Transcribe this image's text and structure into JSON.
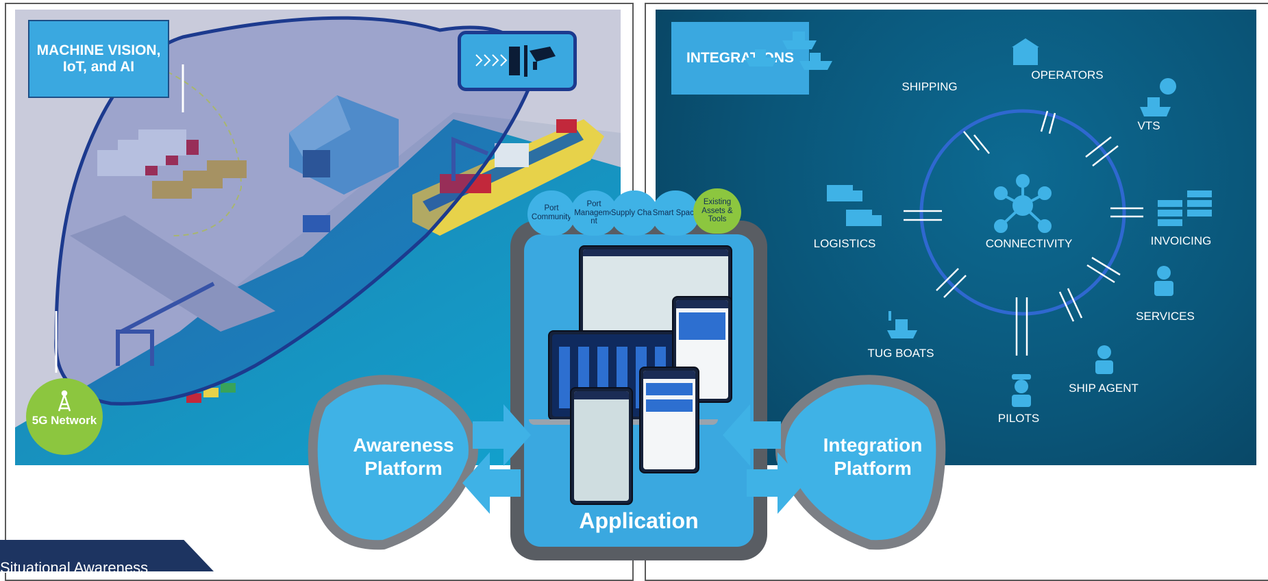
{
  "left_panel": {
    "title": "MACHINE VISION, IoT, and AI",
    "badge": "5G Network",
    "icons": [
      "camera-icon",
      "antenna-icon",
      "warehouse",
      "ship",
      "trucks",
      "crane"
    ]
  },
  "right_panel": {
    "title": "INTEGRATIONS",
    "hub": "CONNECTIVITY",
    "nodes": {
      "shipping": "SHIPPING",
      "operators": "OPERATORS",
      "vts": "VTS",
      "invoicing": "INVOICING",
      "services": "SERVICES",
      "ship_agent": "SHIP AGENT",
      "pilots": "PILOTS",
      "tug_boats": "TUG BOATS",
      "logistics": "LOGISTICS"
    }
  },
  "center": {
    "tabs": [
      "Port Community",
      "Port Manageme nt",
      "Supply Chain",
      "Smart Space",
      "Existing Assets & Tools"
    ],
    "application": "Application",
    "awareness": "Awareness Platform",
    "integration": "Integration Platform"
  },
  "footer": {
    "label": "Situational Awareness"
  },
  "colors": {
    "accent_blue": "#3aa8e0",
    "dark_navy": "#1d3461",
    "teal_panel": "#0a5578",
    "green": "#8cc63f",
    "grey_ring": "#7c7f85"
  }
}
